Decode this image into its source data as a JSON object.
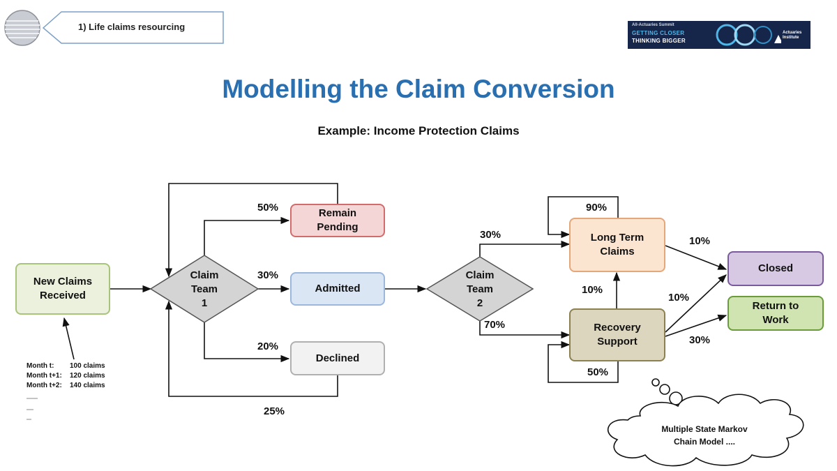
{
  "header": {
    "section_tag": "1) Life claims resourcing",
    "logo": {
      "line1": "All-Actuaries Summit",
      "line2": "GETTING CLOSER",
      "line3": "THINKING BIGGER",
      "org": "Actuaries Institute"
    }
  },
  "title": "Modelling the Claim Conversion",
  "subtitle": "Example: Income Protection Claims",
  "nodes": {
    "new_claims": "New Claims\nReceived",
    "claim_team_1": "Claim\nTeam\n1",
    "remain_pending": "Remain\nPending",
    "admitted": "Admitted",
    "declined": "Declined",
    "claim_team_2": "Claim\nTeam\n2",
    "long_term": "Long Term\nClaims",
    "recovery": "Recovery\nSupport",
    "closed": "Closed",
    "return_to_work": "Return to\nWork"
  },
  "percentages": {
    "pending": "50%",
    "admitted": "30%",
    "declined": "20%",
    "declined_loop": "25%",
    "team2_long_term": "30%",
    "team2_recovery": "70%",
    "long_term_loop": "90%",
    "long_term_closed": "10%",
    "recovery_to_long_term": "10%",
    "recovery_closed": "10%",
    "recovery_rtw": "30%",
    "recovery_loop": "50%"
  },
  "monthly_note": [
    {
      "label": "Month t:",
      "value": "100 claims"
    },
    {
      "label": "Month t+1:",
      "value": "120 claims"
    },
    {
      "label": "Month t+2:",
      "value": "140 claims"
    }
  ],
  "cloud_text": "Multiple State Markov\nChain Model ....",
  "colors": {
    "title": "#2a6fb0",
    "new_claims_fill": "#ebf1dc",
    "new_claims_border": "#a8c47a",
    "pending_fill": "#f4d6d6",
    "pending_border": "#d26b6b",
    "admitted_fill": "#dbe6f4",
    "admitted_border": "#9bb7dc",
    "declined_fill": "#f2f2f2",
    "declined_border": "#b0b0b0",
    "diamond_fill": "#d4d4d4",
    "long_term_fill": "#fbe4d0",
    "long_term_border": "#e5a679",
    "recovery_fill": "#dcd6bf",
    "recovery_border": "#8c7f50",
    "closed_fill": "#d7c8e4",
    "closed_border": "#7a5a9c",
    "rtw_fill": "#cfe4b0",
    "rtw_border": "#6a9c3a"
  }
}
